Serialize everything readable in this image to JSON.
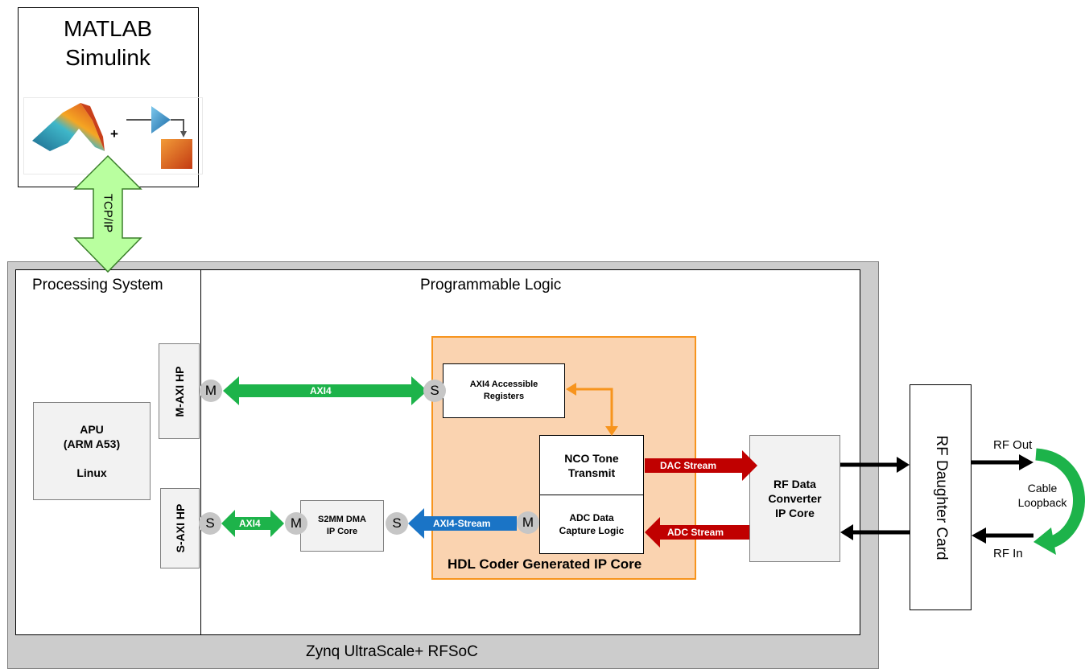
{
  "host": {
    "title_line1": "MATLAB",
    "title_line2": "Simulink",
    "plus": "+",
    "link_label": "TCP/IP"
  },
  "soc": {
    "label": "Zynq UltraScale+ RFSoC",
    "ps": {
      "label": "Processing System",
      "apu": {
        "line1": "APU",
        "line2": "(ARM A53)",
        "line3": "Linux"
      },
      "m_axi": "M-AXI HP",
      "s_axi": "S-AXI HP"
    },
    "pl": {
      "label": "Programmable Logic",
      "ipcore": {
        "label": "HDL Coder Generated IP Core",
        "registers": {
          "line1": "AXI4 Accessible",
          "line2": "Registers"
        },
        "nco": {
          "line1": "NCO Tone",
          "line2": "Transmit"
        },
        "adc": {
          "line1": "ADC Data",
          "line2": "Capture Logic"
        }
      },
      "dma": {
        "line1": "S2MM DMA",
        "line2": "IP Core"
      },
      "rfdc": {
        "line1": "RF Data",
        "line2": "Converter",
        "line3": "IP Core"
      }
    }
  },
  "buses": {
    "axi4_top": "AXI4",
    "axi4_bottom": "AXI4",
    "axi4_stream": "AXI4-Stream",
    "dac_stream": "DAC Stream",
    "adc_stream": "ADC Stream"
  },
  "ports": {
    "master": "M",
    "slave": "S"
  },
  "daughter_card": {
    "label": "RF Daughter Card",
    "rf_out": "RF Out",
    "rf_in": "RF In",
    "loopback_line1": "Cable",
    "loopback_line2": "Loopback"
  },
  "colors": {
    "green": "#1db34a",
    "light_green": "#b9ff9f",
    "blue": "#1a74c6",
    "dark_red": "#c00000",
    "orange": "#f7941d",
    "ipcore_fill": "#fad3b0",
    "soc_gray": "#cccccc",
    "port_gray": "#c6c6c6",
    "box_gray": "#f2f2f2"
  }
}
